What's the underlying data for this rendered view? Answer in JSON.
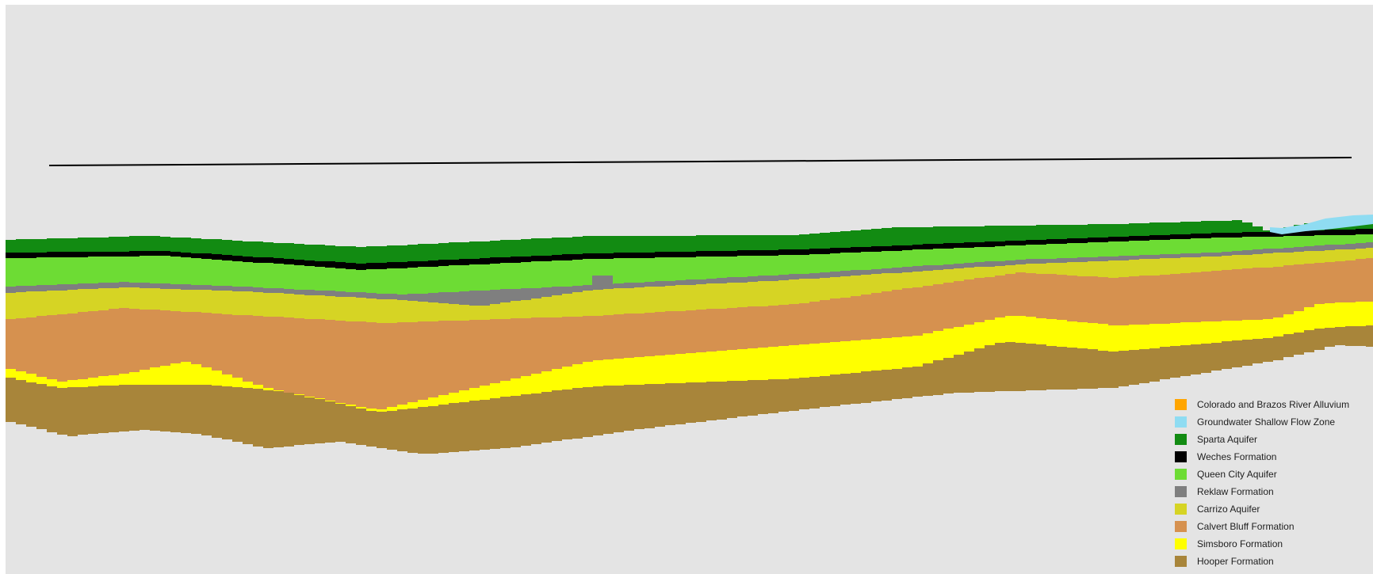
{
  "legend": {
    "items": [
      {
        "label": "Colorado and Brazos River Alluvium",
        "color": "#ffa500"
      },
      {
        "label": "Groundwater Shallow Flow Zone",
        "color": "#8fdcf2"
      },
      {
        "label": "Sparta Aquifer",
        "color": "#128b12"
      },
      {
        "label": "Weches Formation",
        "color": "#000000"
      },
      {
        "label": "Queen City Aquifer",
        "color": "#6ddc34"
      },
      {
        "label": "Reklaw Formation",
        "color": "#7f7f7f"
      },
      {
        "label": "Carrizo Aquifer",
        "color": "#d6d424"
      },
      {
        "label": "Calvert Bluff Formation",
        "color": "#d6914f"
      },
      {
        "label": "Simsboro Formation",
        "color": "#ffff00"
      },
      {
        "label": "Hooper Formation",
        "color": "#a8853a"
      }
    ]
  }
}
